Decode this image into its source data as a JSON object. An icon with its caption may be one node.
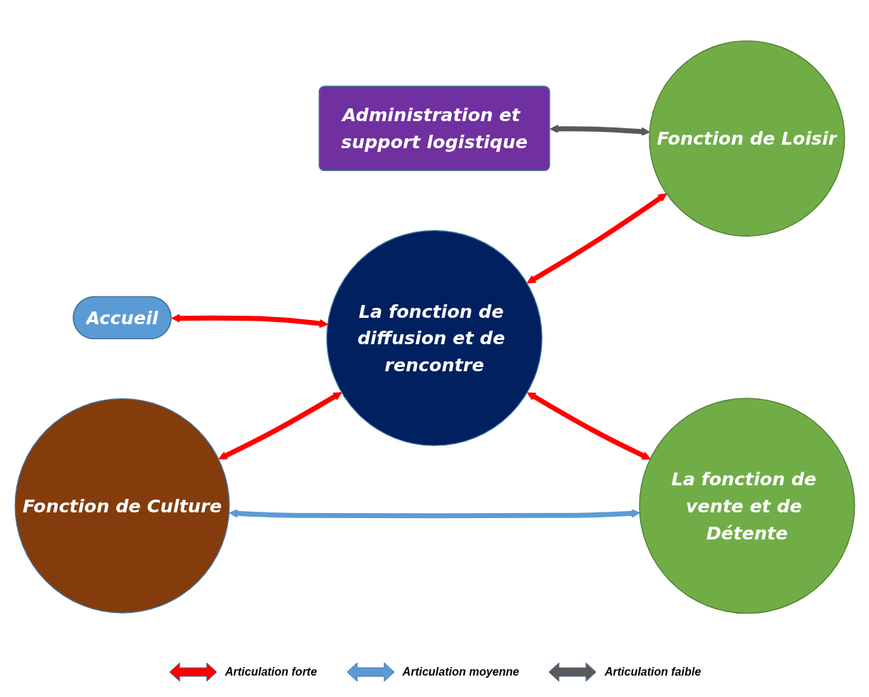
{
  "diagram": {
    "nodes": [
      {
        "text": [
          "Administration et support logistique"
        ]
      },
      {
        "text": [
          "Fonction de Loisir"
        ]
      },
      {
        "text": [
          "La fonction de diffusion et de rencontre"
        ]
      },
      {
        "text": [
          "Accueil"
        ]
      },
      {
        "text": [
          "Fonction de Culture"
        ]
      },
      {
        "text": [
          "La fonction de vente et de Détente"
        ]
      }
    ],
    "edges": [
      {
        "from": 0,
        "to": 1,
        "arrow": "both",
        "color": "#595959"
      },
      {
        "from": 2,
        "to": 1,
        "arrow": "both",
        "color": "#ff0000"
      },
      {
        "from": 3,
        "to": 2,
        "arrow": "both",
        "color": "#ff0000"
      },
      {
        "from": 4,
        "to": 2,
        "arrow": "both",
        "color": "#ff0000"
      },
      {
        "from": 2,
        "to": 5,
        "arrow": "both",
        "color": "#ff0000"
      },
      {
        "from": 4,
        "to": 5,
        "arrow": "both",
        "color": "#5b9bd5"
      }
    ],
    "legend": [
      {
        "text": "Articulation forte",
        "color": "#ff0000"
      },
      {
        "text": "Articulation moyenne",
        "color": "#5b9bd5"
      },
      {
        "text": "Articulation faible",
        "color": "#595959"
      }
    ]
  }
}
